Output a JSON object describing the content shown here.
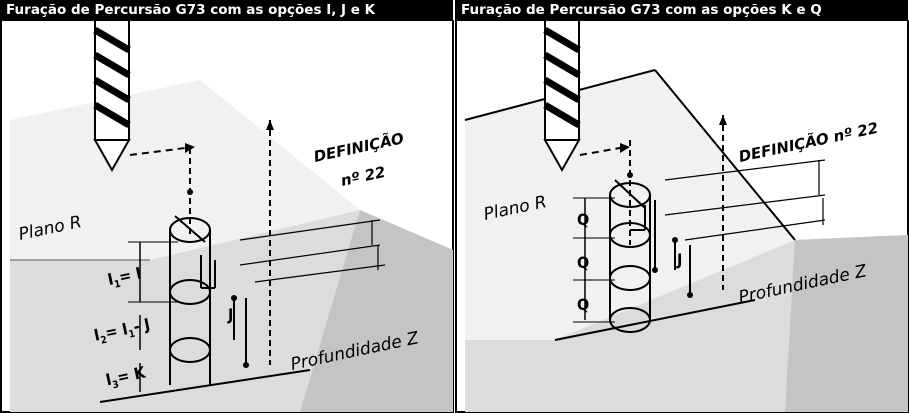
{
  "left": {
    "title": "Furação de Percursão G73 com as opções I, J e K",
    "plano_r": "Plano R",
    "definicao_line1": "DEFINIÇÃO",
    "definicao_line2": "nº 22",
    "profundidade": "Profundidade Z",
    "i1_label": "I",
    "i1_sub": "1",
    "i1_eq": "= I",
    "i2_label": "I",
    "i2_sub": "2",
    "i2_eq": "= I",
    "i2_sub2": "1",
    "i2_tail": "- J",
    "i3_label": "I",
    "i3_sub": "3",
    "i3_eq": "= K",
    "j_label": "J"
  },
  "right": {
    "title": "Furação de Percursão G73 com as opções K e Q",
    "plano_r": "Plano R",
    "definicao": "DEFINIÇÃO nº 22",
    "profundidade": "Profundidade Z",
    "q_label": "Q",
    "j_label": "J"
  },
  "colors": {
    "background": "#ffffff",
    "title_bar": "#000000",
    "workpiece_top": "#f2f2f2",
    "workpiece_side": "#c9c9c9",
    "workpiece_front": "#dedede"
  }
}
